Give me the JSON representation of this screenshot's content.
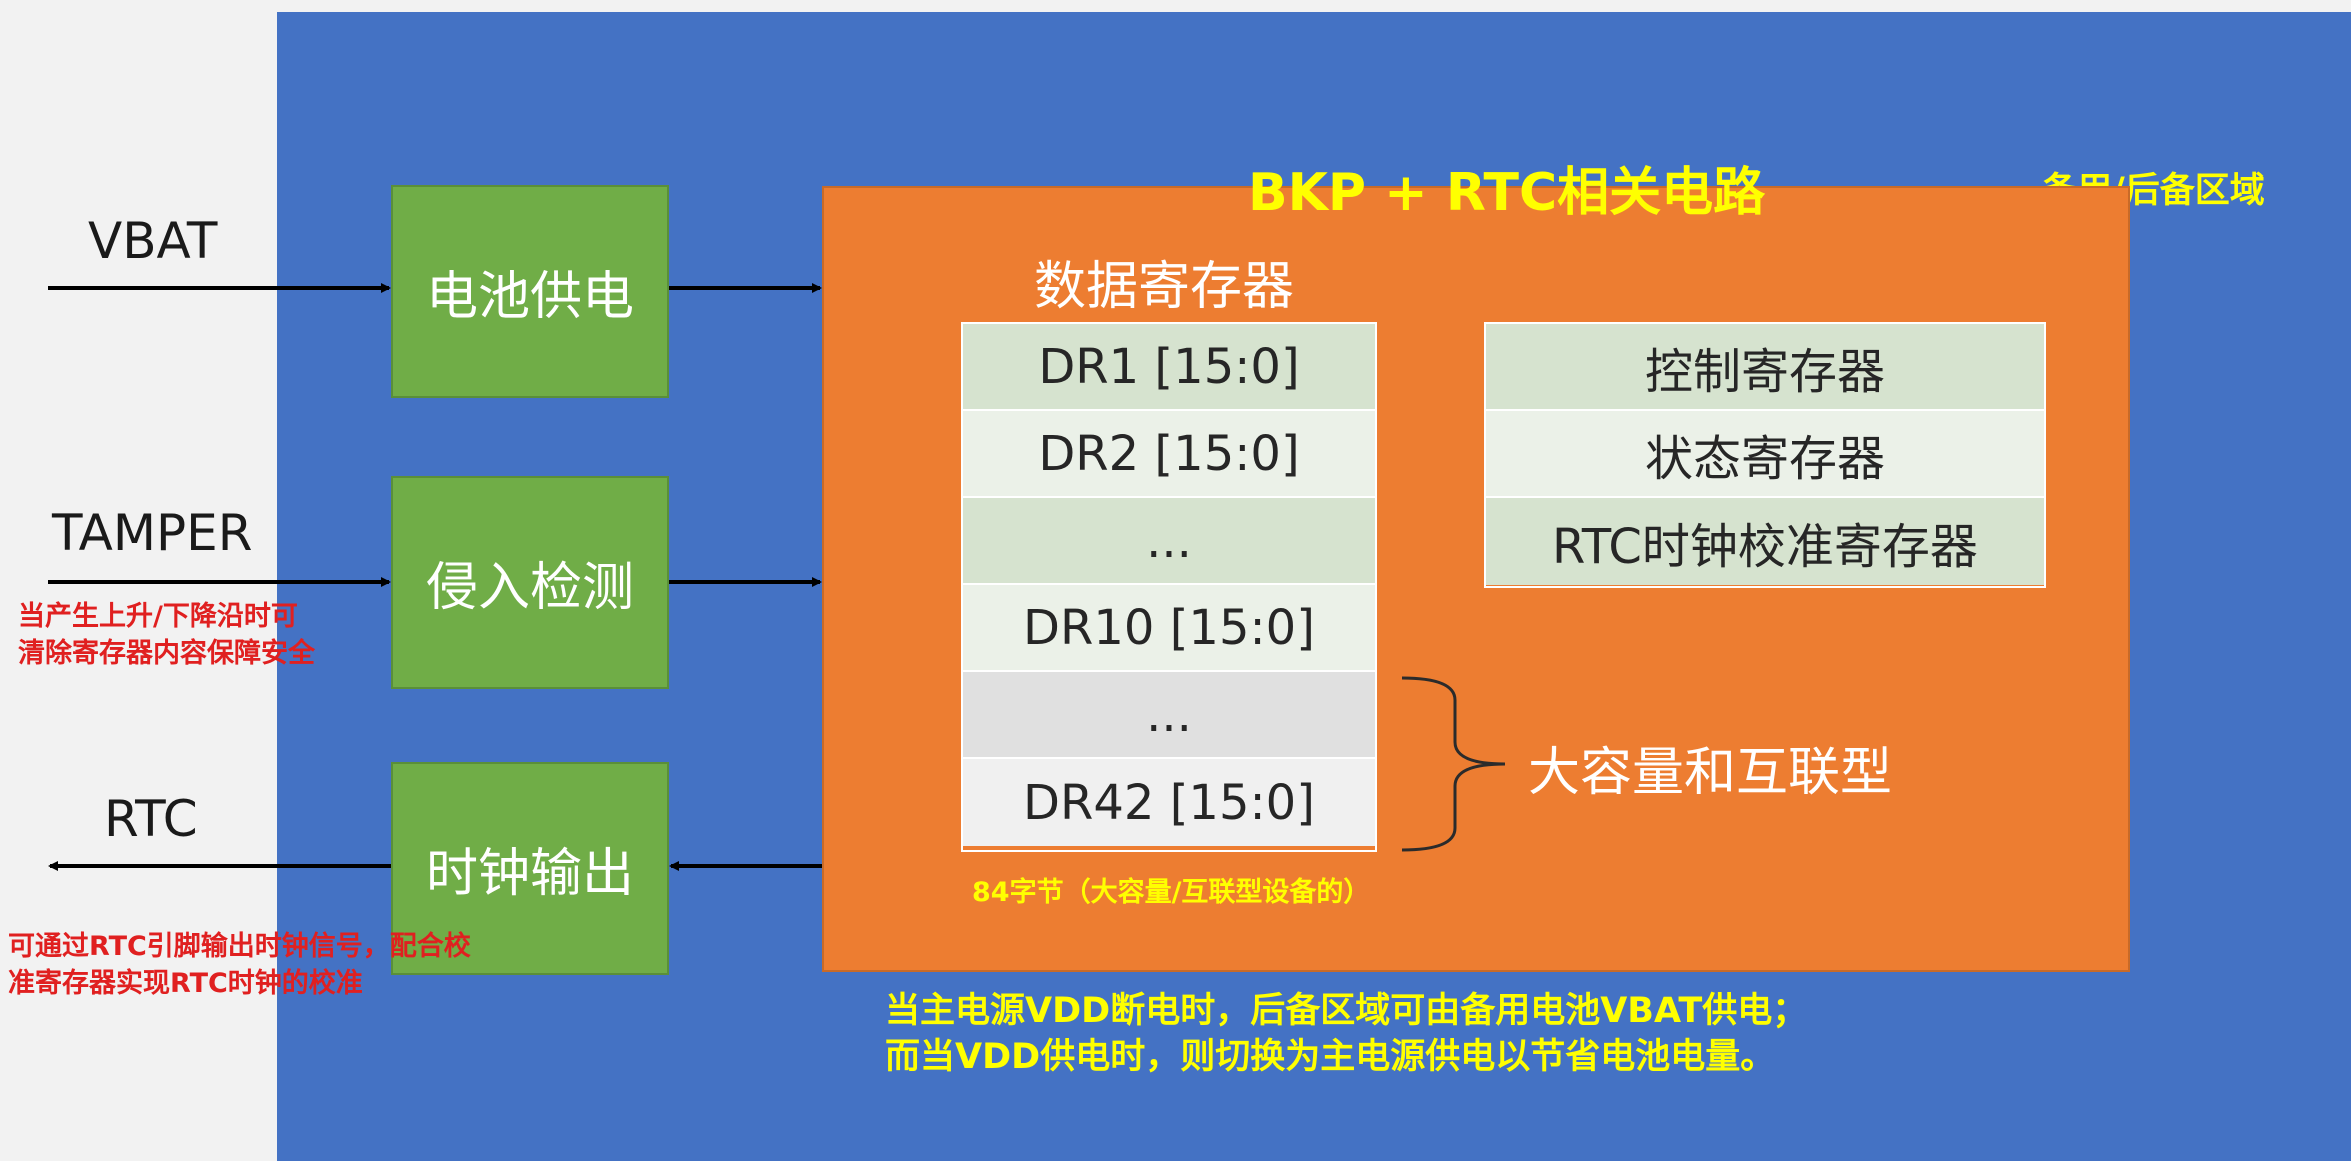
{
  "title": "BKP + RTC相关电路",
  "backup_area_label": "备用/后备区域",
  "signals": {
    "vbat": "VBAT",
    "tamper": "TAMPER",
    "rtc": "RTC"
  },
  "blocks": {
    "battery": "电池供电",
    "intrusion": "侵入检测",
    "clock_out": "时钟输出"
  },
  "data_registers": {
    "heading": "数据寄存器",
    "rows": [
      "DR1 [15:0]",
      "DR2 [15:0]",
      "...",
      "DR10 [15:0]",
      "...",
      "DR42 [15:0]"
    ],
    "footnote": "84字节（大容量/互联型设备的）"
  },
  "control_registers": {
    "rows": [
      "控制寄存器",
      "状态寄存器",
      "RTC时钟校准寄存器"
    ]
  },
  "brace_label": "大容量和互联型",
  "notes": {
    "tamper_line1": "当产生上升/下降沿时可",
    "tamper_line2": "清除寄存器内容保障安全",
    "rtc_line1": "可通过RTC引脚输出时钟信号，配合校",
    "rtc_line2": "准寄存器实现RTC时钟的校准"
  },
  "bottom_text": {
    "line1": "当主电源VDD断电时，后备区域可由备用电池VBAT供电；",
    "line2": "而当VDD供电时，则切换为主电源供电以节省电池电量。"
  },
  "colors": {
    "backup_area": "#4472c4",
    "bkp_box": "#ed7d31",
    "block": "#70ad47",
    "highlight": "#ffff00",
    "note": "#e02020"
  }
}
